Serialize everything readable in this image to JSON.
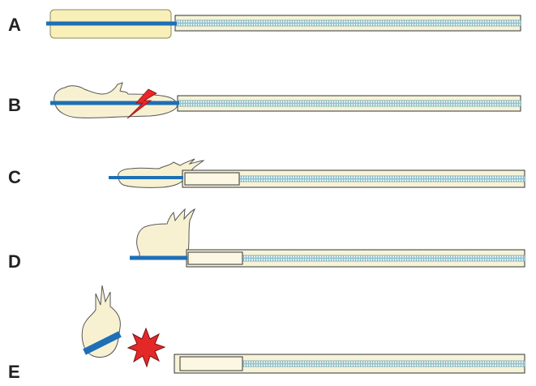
{
  "labels": {
    "a": "A",
    "b": "B",
    "c": "C",
    "d": "D",
    "e": "E"
  },
  "colors": {
    "balloon": "#f8f0b8",
    "tissue": "#f7f1d2",
    "wire": "#1e6fb5",
    "catheter_inner": "#a9d6e5",
    "outline": "#333333",
    "spark_red": "#e8262b",
    "burst_red": "#e42828",
    "burst_stroke": "#7a1010"
  },
  "icons": {
    "b": "lightning-bolt-icon",
    "e": "starburst-icon"
  }
}
